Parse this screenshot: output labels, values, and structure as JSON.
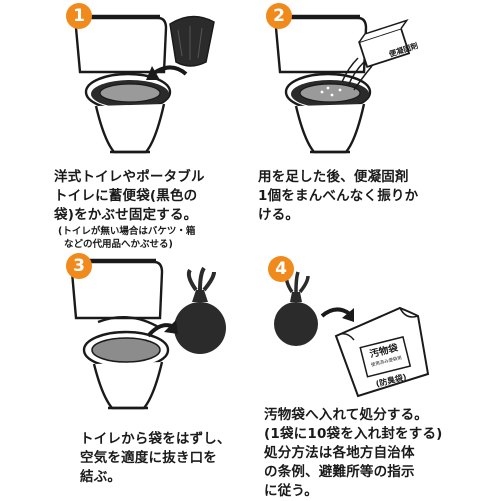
{
  "steps": [
    {
      "number": "1",
      "lines": [
        "洋式トイレやポータブル",
        "トイレに蓄便袋(黒色の",
        "袋)をかぶせ固定する。"
      ],
      "notes": [
        "(トイレが無い場合はバケツ・箱",
        "などの代用品へかぶせる)"
      ]
    },
    {
      "number": "2",
      "lines": [
        "用を足した後、便凝固剤",
        "1個をまんべんなく振りか",
        "ける。"
      ],
      "packet_label": "便凝固剤"
    },
    {
      "number": "3",
      "lines": [
        "トイレから袋をはずし、",
        "空気を適度に抜き口を",
        "結ぶ。"
      ]
    },
    {
      "number": "4",
      "lines": [
        "汚物袋へ入れて処分する。",
        "(1袋に10袋を入れ封をする)",
        "処分方法は各地方自治体",
        "の条例、避難所等の指示",
        "に従う。"
      ],
      "bag_label": "汚物袋",
      "bag_sublabel": "使用済み便袋用",
      "bag_tag": "(防臭袋)"
    }
  ],
  "colors": {
    "badge": "#f08a1c",
    "bag": "#2b2b2b",
    "outline": "#1a1a1a"
  }
}
